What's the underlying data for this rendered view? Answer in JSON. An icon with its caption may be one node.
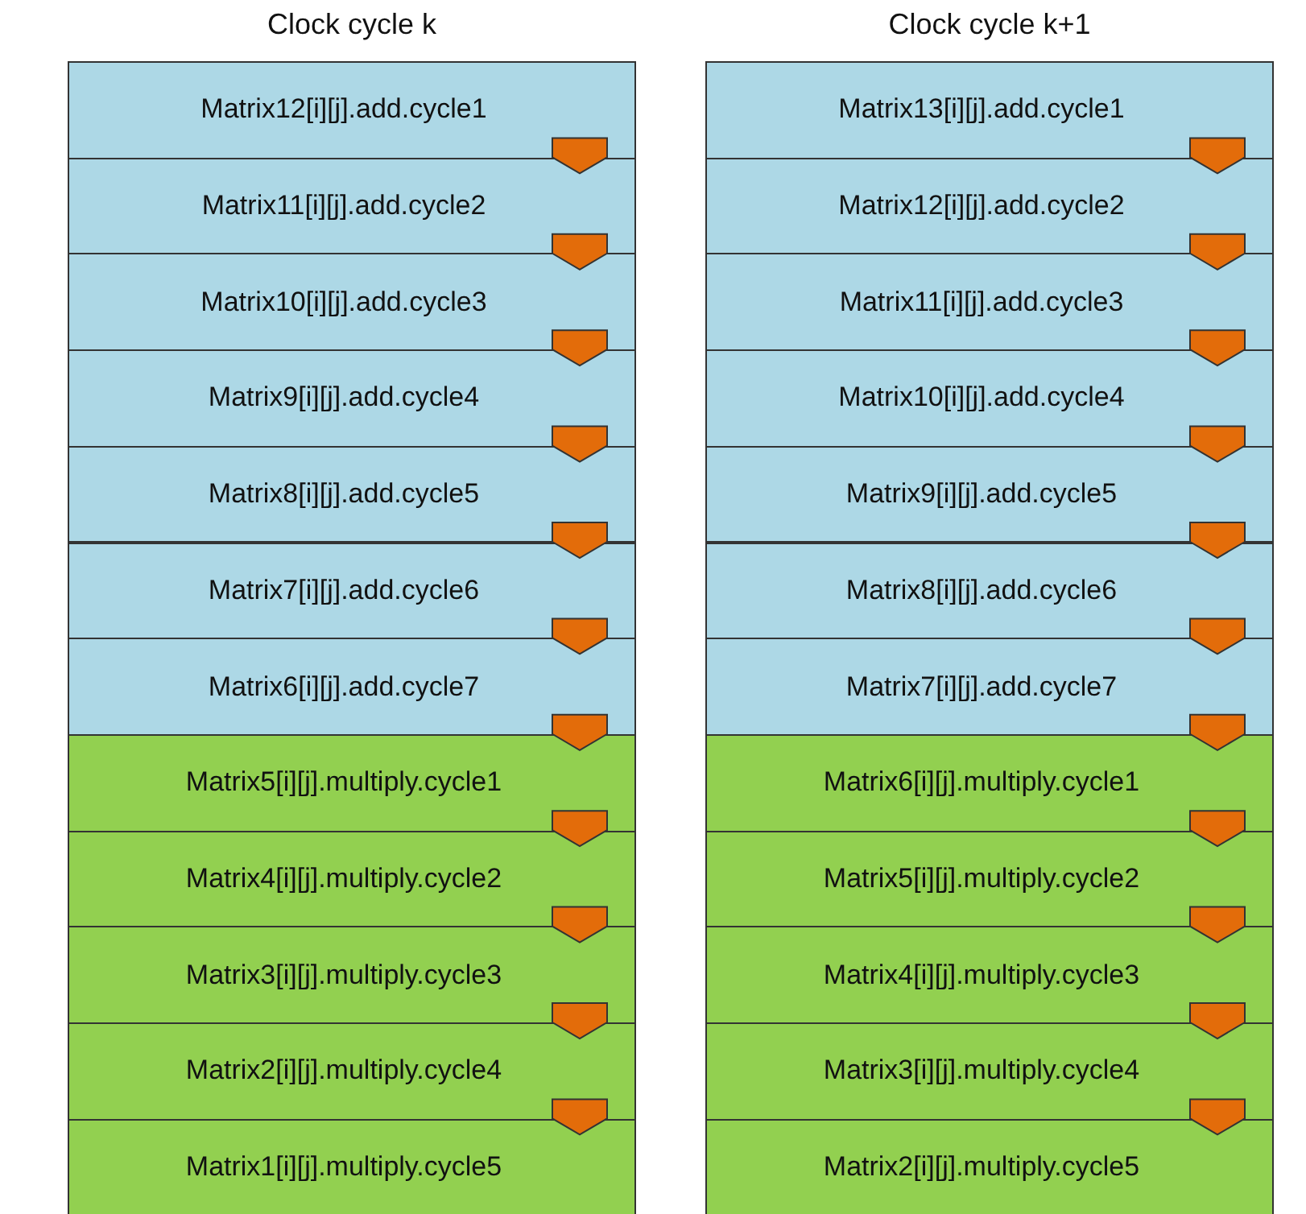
{
  "diagram": {
    "nodes": [
      {
        "text": [
          "Clock cycle k"
        ]
      },
      {
        "text": [
          "Matrix12[i][j].add.cycle1"
        ],
        "in": 0
      },
      {
        "text": [
          "Matrix11[i][j].add.cycle2"
        ],
        "in": 0
      },
      {
        "text": [
          "Matrix10[i][j].add.cycle3"
        ],
        "in": 0
      },
      {
        "text": [
          "Matrix9[i][j].add.cycle4"
        ],
        "in": 0
      },
      {
        "text": [
          "Matrix8[i][j].add.cycle5"
        ],
        "in": 0
      },
      {
        "text": [
          "Matrix7[i][j].add.cycle6"
        ],
        "in": 0
      },
      {
        "text": [
          "Matrix6[i][j].add.cycle7"
        ],
        "in": 0
      },
      {
        "text": [
          "Matrix5[i][j].multiply.cycle1"
        ],
        "in": 0
      },
      {
        "text": [
          "Matrix4[i][j].multiply.cycle2"
        ],
        "in": 0
      },
      {
        "text": [
          "Matrix3[i][j].multiply.cycle3"
        ],
        "in": 0
      },
      {
        "text": [
          "Matrix2[i][j].multiply.cycle4"
        ],
        "in": 0
      },
      {
        "text": [
          "Matrix1[i][j].multiply.cycle5"
        ],
        "in": 0
      },
      {
        "text": [
          "Clock cycle k+1"
        ]
      },
      {
        "text": [
          "Matrix13[i][j].add.cycle1"
        ],
        "in": 13
      },
      {
        "text": [
          "Matrix12[i][j].add.cycle2"
        ],
        "in": 13
      },
      {
        "text": [
          "Matrix11[i][j].add.cycle3"
        ],
        "in": 13
      },
      {
        "text": [
          "Matrix10[i][j].add.cycle4"
        ],
        "in": 13
      },
      {
        "text": [
          "Matrix9[i][j].add.cycle5"
        ],
        "in": 13
      },
      {
        "text": [
          "Matrix8[i][j].add.cycle6"
        ],
        "in": 13
      },
      {
        "text": [
          "Matrix7[i][j].add.cycle7"
        ],
        "in": 13
      },
      {
        "text": [
          "Matrix6[i][j].multiply.cycle1"
        ],
        "in": 13
      },
      {
        "text": [
          "Matrix5[i][j].multiply.cycle2"
        ],
        "in": 13
      },
      {
        "text": [
          "Matrix4[i][j].multiply.cycle3"
        ],
        "in": 13
      },
      {
        "text": [
          "Matrix3[i][j].multiply.cycle4"
        ],
        "in": 13
      },
      {
        "text": [
          "Matrix2[i][j].multiply.cycle5"
        ],
        "in": 13
      }
    ],
    "edges": [
      {
        "from": 1,
        "to": 2,
        "arrow": "to"
      },
      {
        "from": 2,
        "to": 3,
        "arrow": "to"
      },
      {
        "from": 3,
        "to": 4,
        "arrow": "to"
      },
      {
        "from": 4,
        "to": 5,
        "arrow": "to"
      },
      {
        "from": 5,
        "to": 6,
        "arrow": "to"
      },
      {
        "from": 6,
        "to": 7,
        "arrow": "to"
      },
      {
        "from": 7,
        "to": 8,
        "arrow": "to"
      },
      {
        "from": 8,
        "to": 9,
        "arrow": "to"
      },
      {
        "from": 9,
        "to": 10,
        "arrow": "to"
      },
      {
        "from": 10,
        "to": 11,
        "arrow": "to"
      },
      {
        "from": 11,
        "to": 12,
        "arrow": "to"
      },
      {
        "from": 14,
        "to": 15,
        "arrow": "to"
      },
      {
        "from": 15,
        "to": 16,
        "arrow": "to"
      },
      {
        "from": 16,
        "to": 17,
        "arrow": "to"
      },
      {
        "from": 17,
        "to": 18,
        "arrow": "to"
      },
      {
        "from": 18,
        "to": 19,
        "arrow": "to"
      },
      {
        "from": 19,
        "to": 20,
        "arrow": "to"
      },
      {
        "from": 20,
        "to": 21,
        "arrow": "to"
      },
      {
        "from": 21,
        "to": 22,
        "arrow": "to"
      },
      {
        "from": 22,
        "to": 23,
        "arrow": "to"
      },
      {
        "from": 23,
        "to": 24,
        "arrow": "to"
      },
      {
        "from": 24,
        "to": 25,
        "arrow": "to"
      }
    ]
  }
}
